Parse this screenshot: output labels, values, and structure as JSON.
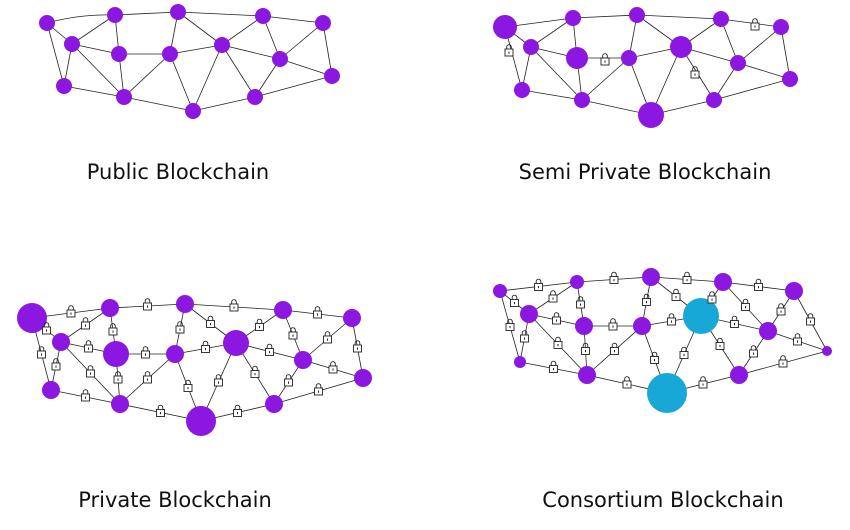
{
  "colors": {
    "node": "#8b17e0",
    "special_node": "#18a8d8",
    "edge": "#222222",
    "lock": "#222222",
    "background": "#ffffff"
  },
  "icons": {
    "lock": "padlock-icon"
  },
  "panels": [
    {
      "id": "public",
      "caption": "Public Blockchain"
    },
    {
      "id": "semi",
      "caption": "Semi Private Blockchain"
    },
    {
      "id": "private",
      "caption": "Private Blockchain"
    },
    {
      "id": "consortium",
      "caption": "Consortium Blockchain"
    }
  ]
}
